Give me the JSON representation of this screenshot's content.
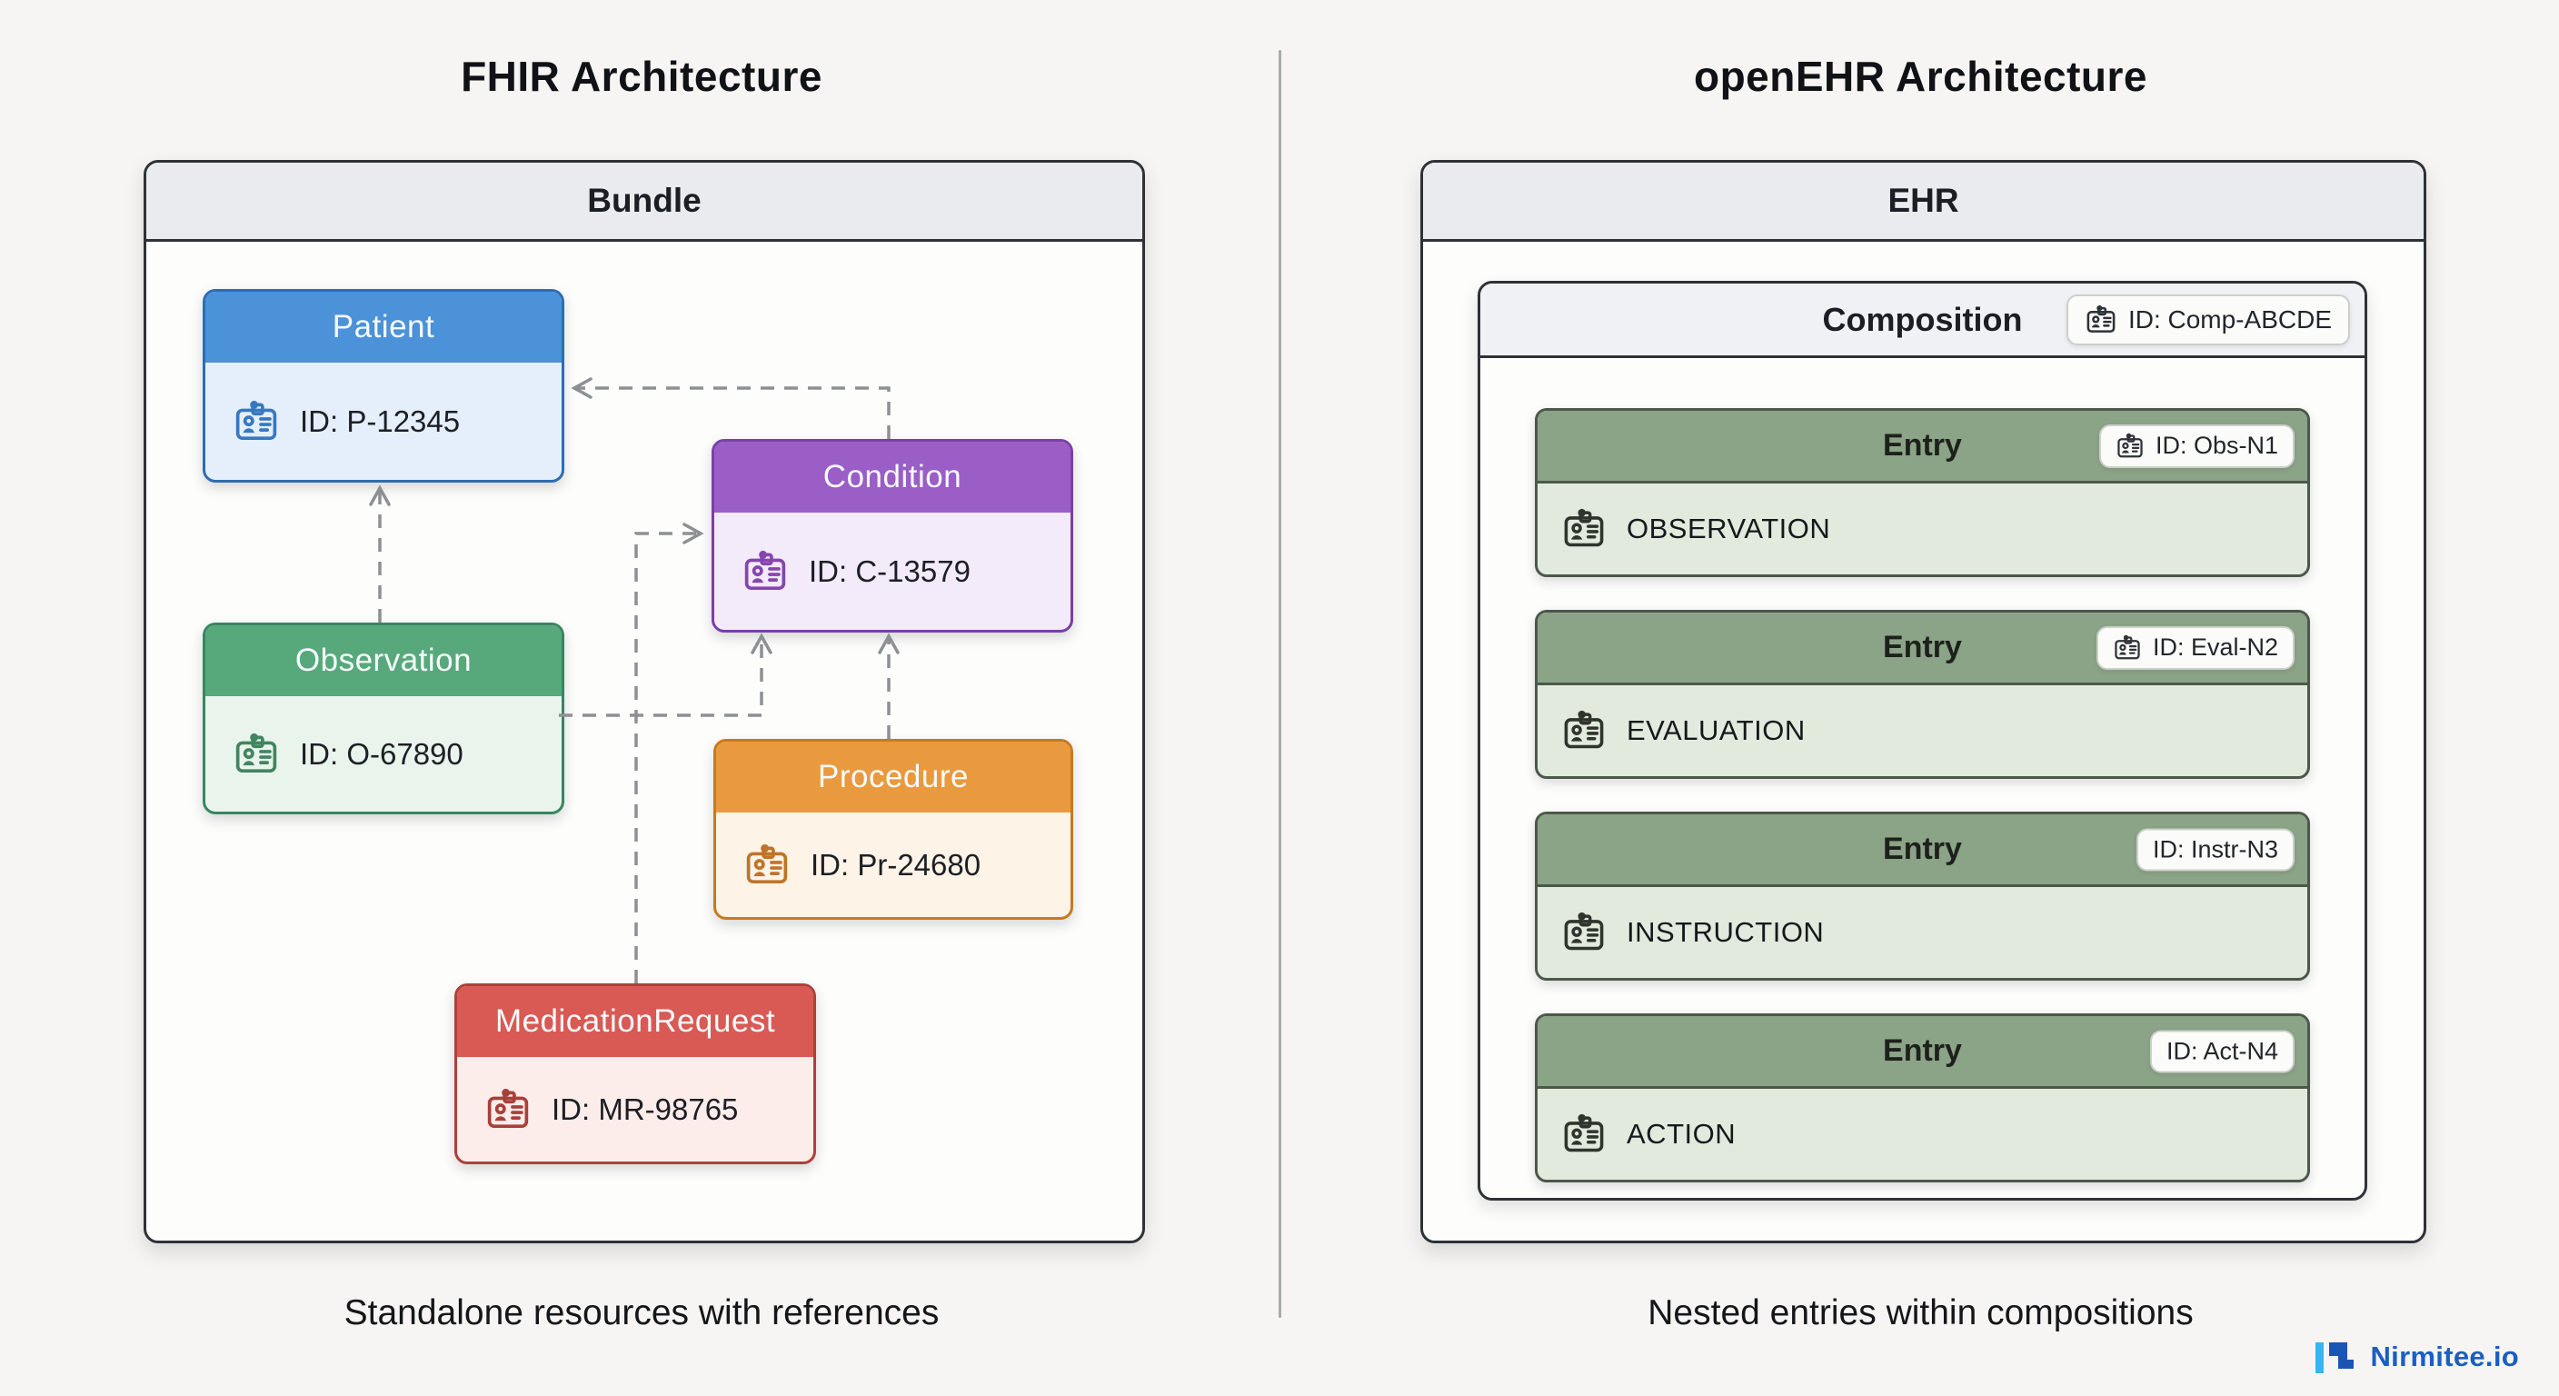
{
  "left": {
    "title": "FHIR Architecture",
    "container_label": "Bundle",
    "caption": "Standalone resources with references",
    "resources": [
      {
        "name": "Patient",
        "id_label": "ID: P-12345"
      },
      {
        "name": "Condition",
        "id_label": "ID: C-13579"
      },
      {
        "name": "Observation",
        "id_label": "ID: O-67890"
      },
      {
        "name": "Procedure",
        "id_label": "ID: Pr-24680"
      },
      {
        "name": "MedicationRequest",
        "id_label": "ID: MR-98765"
      }
    ],
    "references": [
      {
        "from": "Observation",
        "to": "Patient"
      },
      {
        "from": "Condition",
        "to": "Patient"
      },
      {
        "from": "Observation",
        "to": "Condition"
      },
      {
        "from": "Procedure",
        "to": "Condition"
      },
      {
        "from": "MedicationRequest",
        "to": "Condition"
      }
    ]
  },
  "right": {
    "title": "openEHR Architecture",
    "container_label": "EHR",
    "composition": {
      "label": "Composition",
      "id_label": "ID: Comp-ABCDE"
    },
    "caption": "Nested entries within compositions",
    "entries": [
      {
        "title": "Entry",
        "id_label": "ID: Obs-N1",
        "type": "OBSERVATION"
      },
      {
        "title": "Entry",
        "id_label": "ID: Eval-N2",
        "type": "EVALUATION"
      },
      {
        "title": "Entry",
        "id_label": "ID: Instr-N3",
        "type": "INSTRUCTION"
      },
      {
        "title": "Entry",
        "id_label": "ID: Act-N4",
        "type": "ACTION"
      }
    ]
  },
  "footer": {
    "brand": "Nirmitee.io"
  },
  "colors": {
    "patient_header": "#4b92d8",
    "condition_header": "#9a5ec6",
    "observation_header": "#57a97b",
    "procedure_header": "#ea9a3e",
    "medication_header": "#d95a54",
    "entry_header": "#8ba386",
    "panel_header": "#e9ebef",
    "panel_border": "#2e3237",
    "arrow_gray": "#8d9093",
    "brand_blue": "#1b5ec4",
    "brand_cyan": "#35b6f0"
  }
}
